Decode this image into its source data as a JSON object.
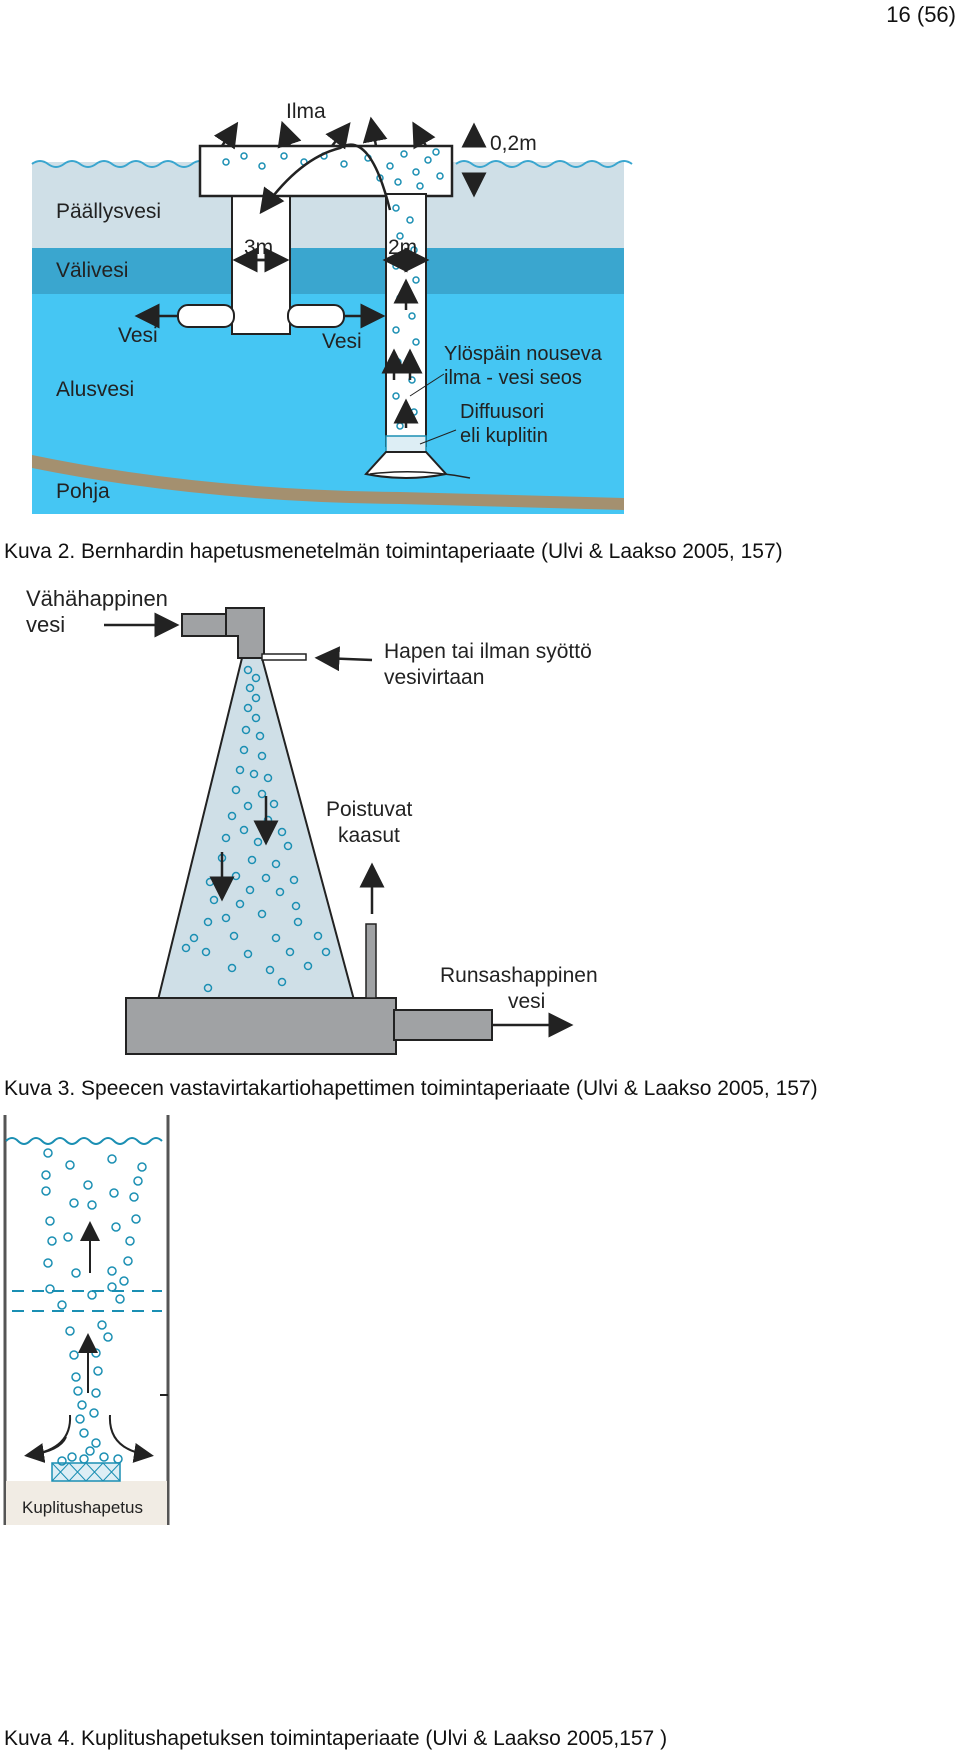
{
  "page_number": "16 (56)",
  "figure2": {
    "caption": "Kuva 2. Bernhardin hapetusmenetelmän toimintaperiaate (Ulvi & Laakso 2005, 157)",
    "labels": {
      "ilma": "Ilma",
      "height": "0,2m",
      "surface": "Päällysvesi",
      "middle": "Välivesi",
      "bottom_water": "Alusvesi",
      "bed": "Pohja",
      "width_left": "3m",
      "width_right": "2m",
      "water_left": "Vesi",
      "water_right": "Vesi",
      "rising_1": "Ylöspäin nouseva",
      "rising_2": "ilma - vesi seos",
      "diffuser_1": "Diffuusori",
      "diffuser_2": "eli kuplitin"
    }
  },
  "figure3": {
    "caption": "Kuva 3. Speecen vastavirtakartiohapettimen toimintaperiaate (Ulvi & Laakso 2005, 157)",
    "labels": {
      "low_oxygen_1": "Vähähappinen",
      "low_oxygen_2": "vesi",
      "feed_1": "Hapen tai ilman syöttö",
      "feed_2": "vesivirtaan",
      "gases_1": "Poistuvat",
      "gases_2": "kaasut",
      "rich_1": "Runsashappinen",
      "rich_2": "vesi"
    }
  },
  "figure4": {
    "caption": "Kuva 4. Kuplitushapetuksen toimintaperiaate (Ulvi & Laakso 2005,157 )",
    "labels": {
      "name": "Kuplitushapetus"
    }
  },
  "colors": {
    "surface_water": "#cfdfe7",
    "middle_water": "#3aa6cf",
    "deep_water": "#45c6f3",
    "bottom": "#a4906f",
    "bubble": "#1b8fb3",
    "grey": "#a0a2a4",
    "cone": "#cfdfe7"
  }
}
